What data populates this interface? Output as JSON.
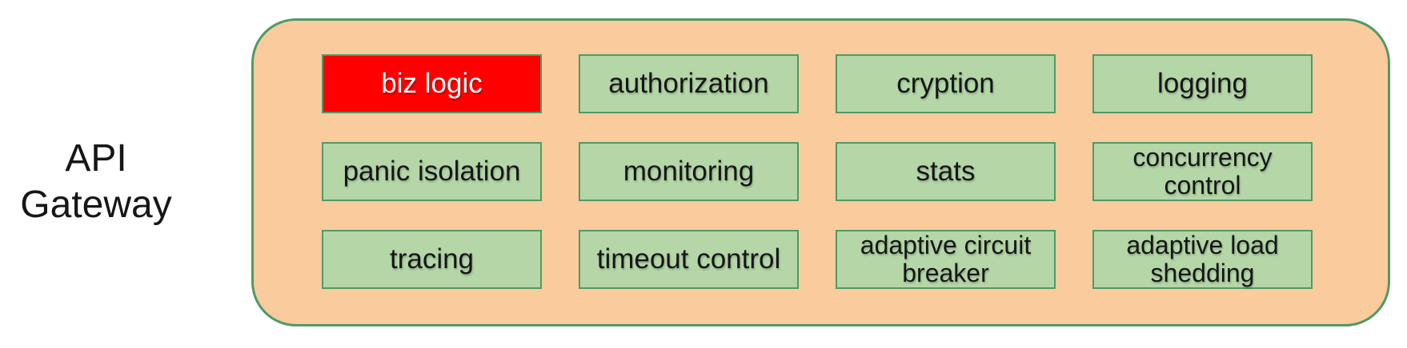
{
  "title": {
    "line1": "API",
    "line2": "Gateway"
  },
  "colors": {
    "container_fill": "#FACB9C",
    "container_border": "#4F9A66",
    "box_fill": "#B5D7A8",
    "box_border": "#4F9A66",
    "highlight_fill": "#FF0000",
    "highlight_text": "#FFFFFF",
    "text": "#161616"
  },
  "gateway": {
    "rows": [
      {
        "cells": [
          {
            "label": "biz logic",
            "highlight": true,
            "lines": [
              "biz logic"
            ]
          },
          {
            "label": "authorization",
            "lines": [
              "authorization"
            ]
          },
          {
            "label": "cryption",
            "lines": [
              "cryption"
            ]
          },
          {
            "label": "logging",
            "lines": [
              "logging"
            ]
          }
        ]
      },
      {
        "cells": [
          {
            "label": "panic isolation",
            "lines": [
              "panic isolation"
            ]
          },
          {
            "label": "monitoring",
            "lines": [
              "monitoring"
            ]
          },
          {
            "label": "stats",
            "lines": [
              "stats"
            ]
          },
          {
            "label": "concurrency control",
            "lines": [
              "concurrency",
              "control"
            ]
          }
        ]
      },
      {
        "cells": [
          {
            "label": "tracing",
            "lines": [
              "tracing"
            ]
          },
          {
            "label": "timeout control",
            "lines": [
              "timeout control"
            ]
          },
          {
            "label": "adaptive circuit breaker",
            "lines": [
              "adaptive circuit",
              "breaker"
            ]
          },
          {
            "label": "adaptive load shedding",
            "lines": [
              "adaptive load",
              "shedding"
            ]
          }
        ]
      }
    ]
  }
}
